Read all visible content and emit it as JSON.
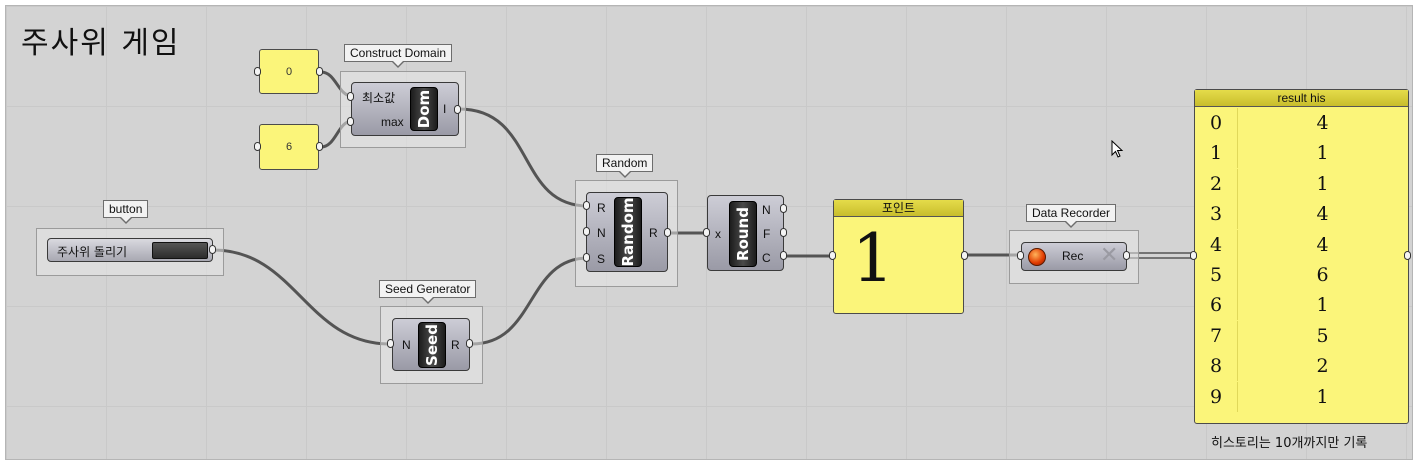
{
  "title": "주사위 게임",
  "footnote": "히스토리는 10개까지만 기록",
  "sliders": [
    {
      "name": "slider-min",
      "value": "0"
    },
    {
      "name": "slider-max",
      "value": "6"
    }
  ],
  "button_group": {
    "tag": "button",
    "label": "주사위 돌리기"
  },
  "construct_domain": {
    "tag": "Construct Domain",
    "nickname": "Dom",
    "inputs": [
      "최소값",
      "max"
    ],
    "outputs": [
      "I"
    ]
  },
  "seed_generator": {
    "tag": "Seed Generator",
    "nickname": "Seed",
    "inputs": [
      "N"
    ],
    "outputs": [
      "R"
    ]
  },
  "random": {
    "tag": "Random",
    "nickname": "Random",
    "inputs": [
      "R",
      "N",
      "S"
    ],
    "outputs": [
      "R"
    ]
  },
  "round": {
    "nickname": "Round",
    "inputs": [
      "x"
    ],
    "outputs": [
      "N",
      "F",
      "C"
    ]
  },
  "point_panel": {
    "header": "포인트",
    "value": "1"
  },
  "data_recorder": {
    "tag": "Data Recorder",
    "label": "Rec"
  },
  "history_panel": {
    "header": "result his",
    "rows": [
      {
        "index": "0",
        "value": "4"
      },
      {
        "index": "1",
        "value": "1"
      },
      {
        "index": "2",
        "value": "1"
      },
      {
        "index": "3",
        "value": "4"
      },
      {
        "index": "4",
        "value": "4"
      },
      {
        "index": "5",
        "value": "6"
      },
      {
        "index": "6",
        "value": "1"
      },
      {
        "index": "7",
        "value": "5"
      },
      {
        "index": "8",
        "value": "2"
      },
      {
        "index": "9",
        "value": "1"
      }
    ]
  },
  "colors": {
    "canvas": "#d3d3d3",
    "panel_yellow": "#fbf57a",
    "wire": "#545454"
  }
}
